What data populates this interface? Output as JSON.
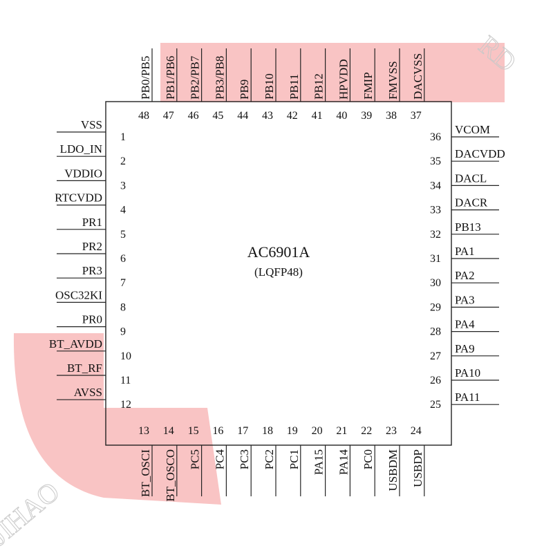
{
  "chip": {
    "name": "AC6901A",
    "package": "(LQFP48)"
  },
  "colors": {
    "background": "#ffffff",
    "watermark": "#f9c4c4",
    "line": "#222222",
    "text": "#111111"
  },
  "pins": {
    "left": [
      {
        "num": "1",
        "name": "VSS"
      },
      {
        "num": "2",
        "name": "LDO_IN"
      },
      {
        "num": "3",
        "name": "VDDIO"
      },
      {
        "num": "4",
        "name": "RTCVDD"
      },
      {
        "num": "5",
        "name": "PR1"
      },
      {
        "num": "6",
        "name": "PR2"
      },
      {
        "num": "7",
        "name": "PR3"
      },
      {
        "num": "8",
        "name": "OSC32KI"
      },
      {
        "num": "9",
        "name": "PR0"
      },
      {
        "num": "10",
        "name": "BT_AVDD"
      },
      {
        "num": "11",
        "name": "BT_RF"
      },
      {
        "num": "12",
        "name": "AVSS"
      }
    ],
    "bottom": [
      {
        "num": "13",
        "name": "BT_OSCI"
      },
      {
        "num": "14",
        "name": "BT_OSCO"
      },
      {
        "num": "15",
        "name": "PC5"
      },
      {
        "num": "16",
        "name": "PC4"
      },
      {
        "num": "17",
        "name": "PC3"
      },
      {
        "num": "18",
        "name": "PC2"
      },
      {
        "num": "19",
        "name": "PC1"
      },
      {
        "num": "20",
        "name": "PA15"
      },
      {
        "num": "21",
        "name": "PA14"
      },
      {
        "num": "22",
        "name": "PC0"
      },
      {
        "num": "23",
        "name": "USBDM"
      },
      {
        "num": "24",
        "name": "USBDP"
      }
    ],
    "right": [
      {
        "num": "25",
        "name": "PA11"
      },
      {
        "num": "26",
        "name": "PA10"
      },
      {
        "num": "27",
        "name": "PA9"
      },
      {
        "num": "28",
        "name": "PA4"
      },
      {
        "num": "29",
        "name": "PA3"
      },
      {
        "num": "30",
        "name": "PA2"
      },
      {
        "num": "31",
        "name": "PA1"
      },
      {
        "num": "32",
        "name": "PB13"
      },
      {
        "num": "33",
        "name": "DACR"
      },
      {
        "num": "34",
        "name": "DACL"
      },
      {
        "num": "35",
        "name": "DACVDD"
      },
      {
        "num": "36",
        "name": "VCOM"
      }
    ],
    "top": [
      {
        "num": "37",
        "name": "DACVSS"
      },
      {
        "num": "38",
        "name": "FMVSS"
      },
      {
        "num": "39",
        "name": "FMIP"
      },
      {
        "num": "40",
        "name": "HPVDD"
      },
      {
        "num": "41",
        "name": "PB12"
      },
      {
        "num": "42",
        "name": "PB11"
      },
      {
        "num": "43",
        "name": "PB10"
      },
      {
        "num": "44",
        "name": "PB9"
      },
      {
        "num": "45",
        "name": "PB3/PB8"
      },
      {
        "num": "46",
        "name": "PB2/PB7"
      },
      {
        "num": "47",
        "name": "PB1/PB6"
      },
      {
        "num": "48",
        "name": "PB0/PB5"
      }
    ]
  }
}
